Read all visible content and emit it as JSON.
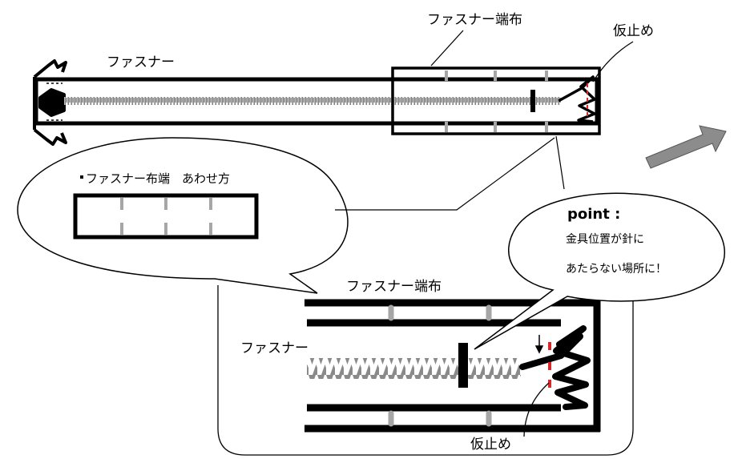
{
  "labels": {
    "fastener_top": "ファスナー",
    "fastener_end_cloth_top": "ファスナー端布",
    "temp_stop_top": "仮止め",
    "bubble_left_title": "ファスナー布端　あわせ方",
    "fastener_end_cloth_zoom": "ファスナー端布",
    "fastener_zoom": "ファスナー",
    "temp_stop_zoom": "仮止め",
    "point_title": "point :",
    "point_line1": "金具位置が針に",
    "point_line2": "あたらない場所に！"
  },
  "colors": {
    "stroke": "#000000",
    "grey_mark": "#a6a6a6",
    "red_mark": "#d9262b",
    "arrow_fill": "#8c8c8c",
    "zipper_teeth": "#7f7f7f"
  }
}
